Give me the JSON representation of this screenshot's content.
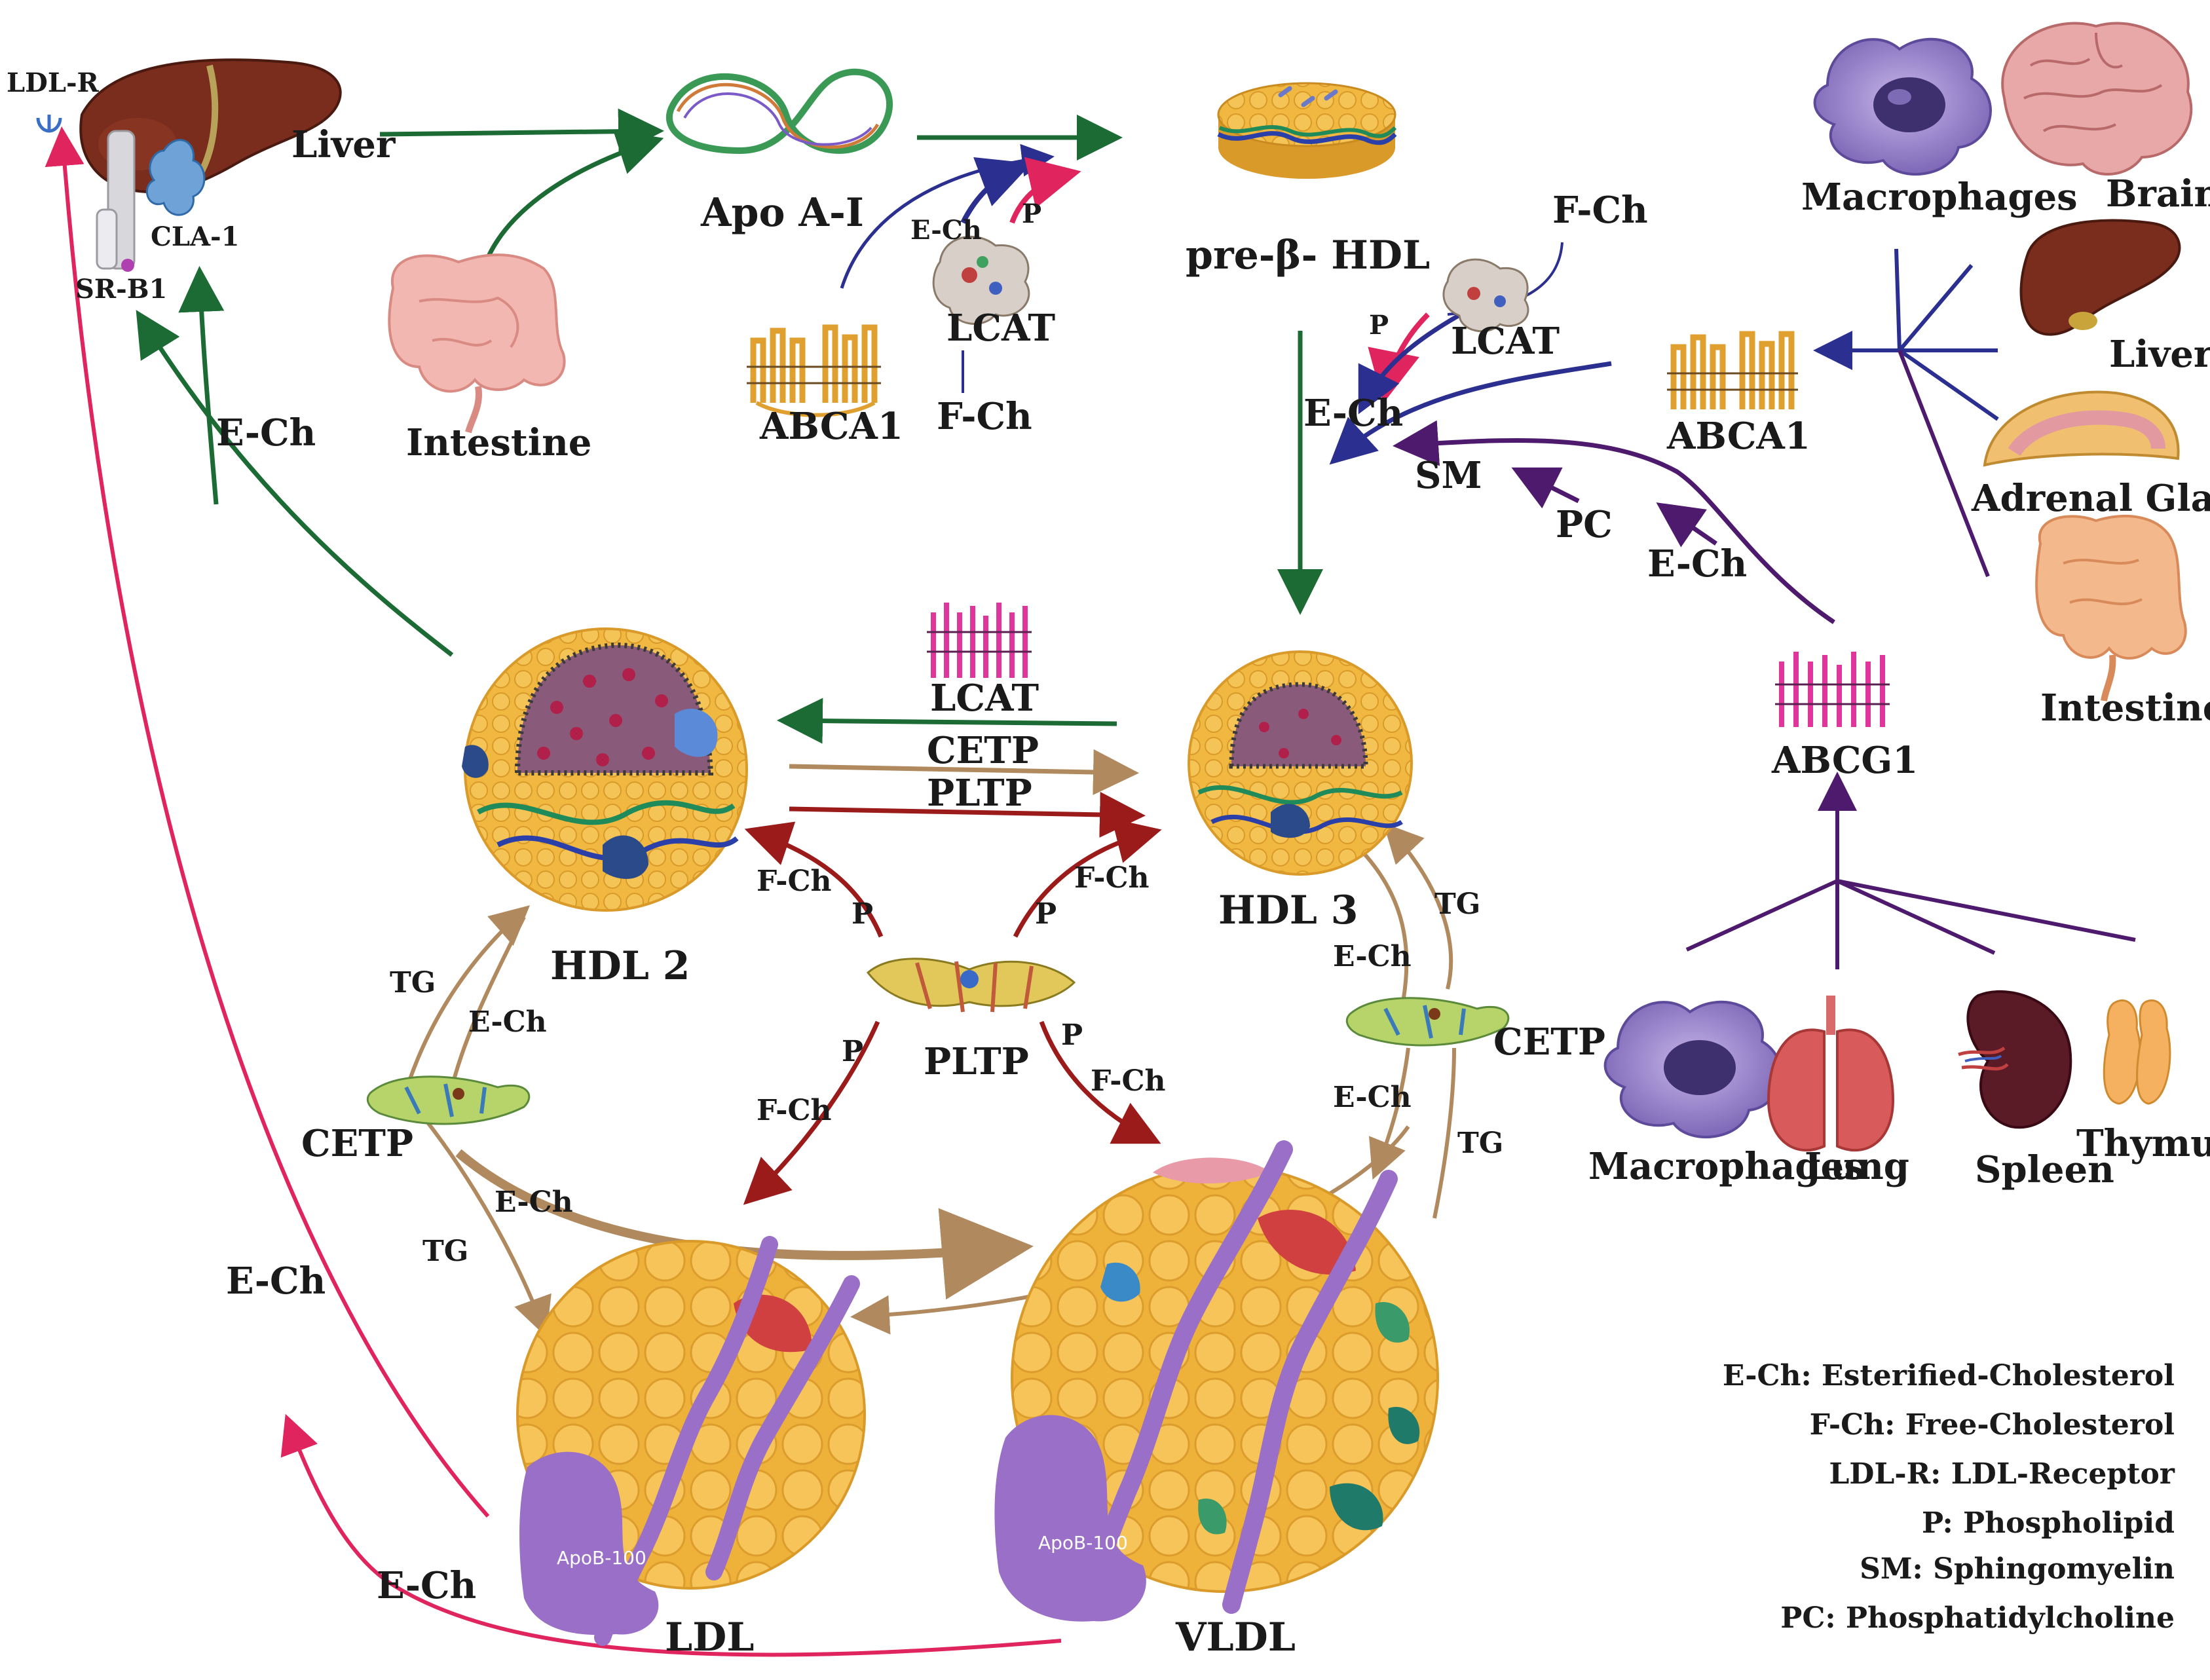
{
  "labels": {
    "ldlr": "LDL-R",
    "liver_top": "Liver",
    "cla1": "CLA-1",
    "srb1": "SR-B1",
    "apoa1": "Apo A-I",
    "intestine_top": "Intestine",
    "pre_beta": "pre-β- HDL",
    "lcat_top": "LCAT",
    "abca1_top": "ABCA1",
    "fch_top_lcat": "F-Ch",
    "ech_top": "E-Ch",
    "p_top": "P",
    "fch_right": "F-Ch",
    "p_right": "P",
    "lcat_right": "LCAT",
    "ech_right": "E-Ch",
    "sm": "SM",
    "pc": "PC",
    "ech_right2": "E-Ch",
    "abca1_right": "ABCA1",
    "macrophages_top": "Macrophages",
    "brain": "Brain",
    "liver_right": "Liver",
    "adrenal": "Adrenal Glands",
    "intestine_right": "Intestine",
    "ech_left": "E-Ch",
    "lcat_mid": "LCAT",
    "cetp_mid": "CETP",
    "pltp_mid": "PLTP",
    "abcg1": "ABCG1",
    "hdl2": "HDL 2",
    "hdl3": "HDL 3",
    "fch_l": "F-Ch",
    "p_l": "P",
    "fch_r": "F-Ch",
    "p_r": "P",
    "pltp_center": "PLTP",
    "p_bl": "P",
    "fch_bl": "F-Ch",
    "p_br": "P",
    "fch_br": "F-Ch",
    "tg_left": "TG",
    "ech_left2": "E-Ch",
    "cetp_left": "CETP",
    "ech_left3": "E-Ch",
    "tg_left2": "TG",
    "tg_right": "TG",
    "ech_right3": "E-Ch",
    "cetp_right": "CETP",
    "ech_right4": "E-Ch",
    "tg_right2": "TG",
    "macrophages_bottom": "Macrophages",
    "lung": "Lung",
    "spleen": "Spleen",
    "thymus": "Thymus",
    "ech_far_left": "E-Ch",
    "ech_bottom": "E-Ch",
    "ldl": "LDL",
    "vldl": "VLDL",
    "apob_ldl": "ApoB-100",
    "apob_vldl": "ApoB-100"
  },
  "legend": [
    "E-Ch: Esterified-Cholesterol",
    "F-Ch: Free-Cholesterol",
    "LDL-R: LDL-Receptor",
    "P: Phospholipid",
    "SM: Sphingomyelin",
    "PC: Phosphatidylcholine"
  ],
  "colors": {
    "green": "#1c6b34",
    "navy": "#2b2f8f",
    "purple": "#4e1a6e",
    "brown": "#b08a5e",
    "darkred": "#9b1b1b",
    "pink": "#e0245e",
    "particle": "#f0b840",
    "particle_dark": "#d99a2a",
    "apob": "#9a6fc7"
  },
  "icons": [
    "liver-icon",
    "intestine-icon",
    "apoa1-protein-icon",
    "pre-beta-hdl-disc-icon",
    "lcat-enzyme-icon",
    "abca1-transporter-icon",
    "abcg1-transporter-icon",
    "macrophage-icon",
    "brain-icon",
    "adrenal-gland-icon",
    "lung-icon",
    "spleen-icon",
    "thymus-icon",
    "cetp-protein-icon",
    "pltp-protein-icon",
    "ldl-receptor-icon"
  ]
}
